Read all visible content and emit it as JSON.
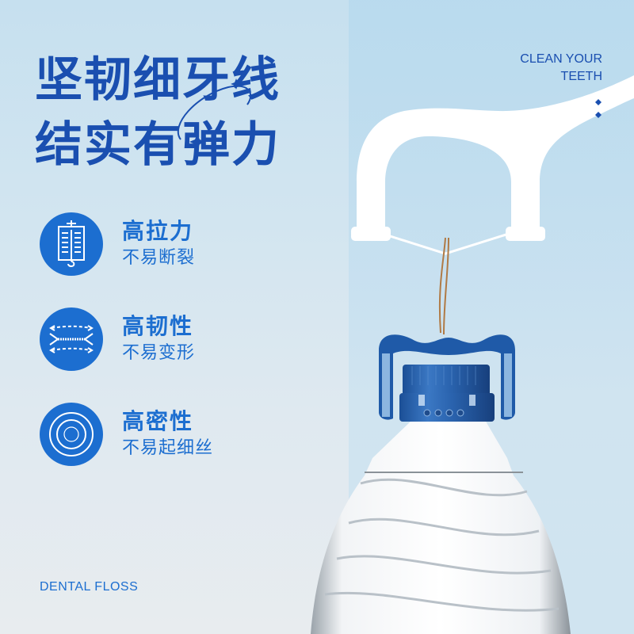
{
  "headline": {
    "line1": "坚韧细牙线",
    "line2": "结实有弹力"
  },
  "tagline": {
    "line1": "CLEAN YOUR",
    "line2": "TEETH"
  },
  "features": [
    {
      "icon": "tension-scale-icon",
      "title": "高拉力",
      "subtitle": "不易断裂"
    },
    {
      "icon": "stretch-arrows-icon",
      "title": "高韧性",
      "subtitle": "不易变形"
    },
    {
      "icon": "concentric-circles-icon",
      "title": "高密性",
      "subtitle": "不易起细丝"
    }
  ],
  "footer": {
    "label": "DENTAL FLOSS"
  },
  "colors": {
    "headline": "#1a4fb0",
    "accent": "#1c6ed0",
    "background_top": "#c6e0ef",
    "background_bottom": "#e8ecef",
    "cap_blue": "#1f5aa8",
    "string": "#b07a45"
  }
}
